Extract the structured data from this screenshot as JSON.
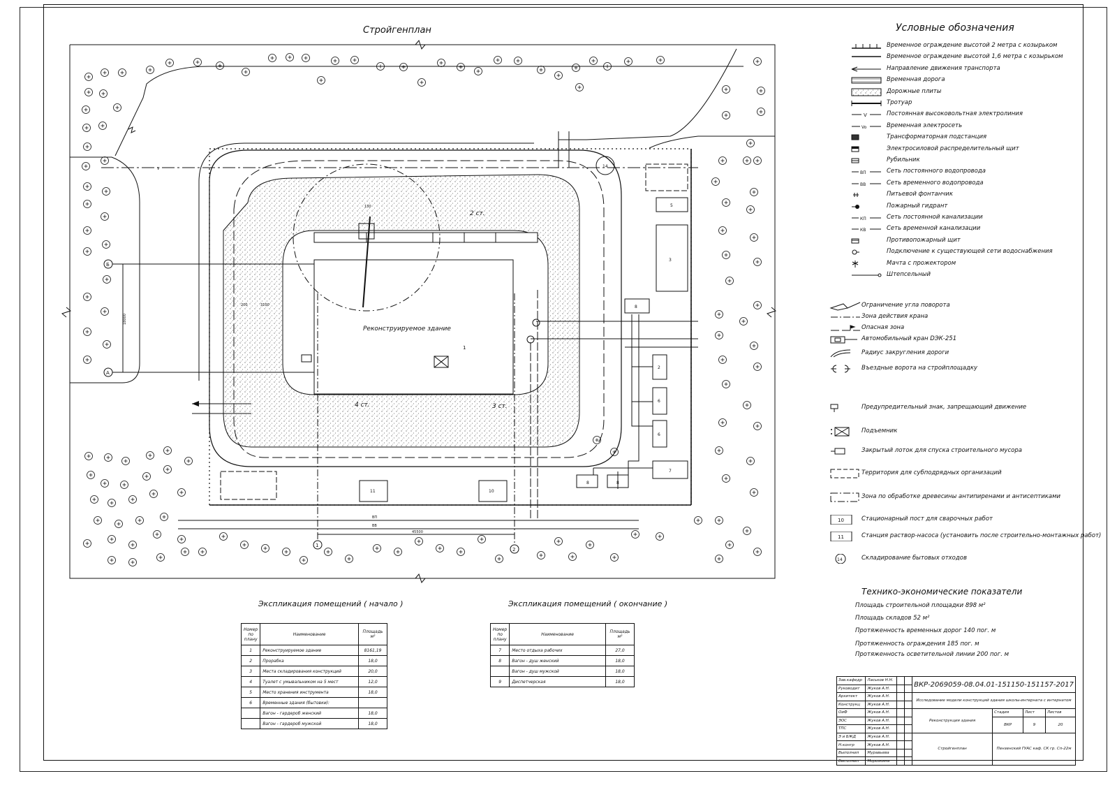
{
  "titles": {
    "site_plan": "Стройгенплан",
    "legend": "Условные обозначения",
    "tep": "Технико-экономические показатели",
    "expl_start": "Экспликация помещений ( начало )",
    "expl_end": "Экспликация помещений ( окончание )"
  },
  "plan_labels": {
    "building": "Реконструируемое здание",
    "building_num": "1",
    "floor2": "2 ст.",
    "floor3": "3 ст.",
    "floor4": "4 ст.",
    "axis_a": "А",
    "axis_b": "Б",
    "axis_1": "1",
    "axis_2": "2",
    "dim_45500": "45500",
    "dim_3100": "3100",
    "dim_18000": "18000",
    "dim_200": "200",
    "dim_130": "130",
    "dim_line_v": "V",
    "line_vp": "ВП",
    "line_vv": "ВВ",
    "circle_14": "14",
    "box_2": "2",
    "box_3": "3",
    "box_5": "5",
    "box_6a": "6",
    "box_6b": "6",
    "box_7": "7",
    "box_8a": "8",
    "box_8b": "8",
    "box_8c": "8",
    "box_10": "10",
    "box_11": "11"
  },
  "legend": [
    {
      "icon": "fence-2m-icon",
      "text": "Временное ограждение высотой 2 метра с козырьком"
    },
    {
      "icon": "fence-16m-icon",
      "text": "Временное ограждение высотой 1,6 метра с козырьком"
    },
    {
      "icon": "arrow-left-icon",
      "text": "Направление движения транспорта"
    },
    {
      "icon": "temp-road-icon",
      "text": "Временная дорога"
    },
    {
      "icon": "road-plates-icon",
      "text": "Дорожные плиты"
    },
    {
      "icon": "sidewalk-icon",
      "text": "Тротуар"
    },
    {
      "icon": "hv-line-icon",
      "text": "Постоянная высоковольтная электролиния"
    },
    {
      "icon": "temp-power-icon",
      "text": "Временная электросеть"
    },
    {
      "icon": "transformer-icon",
      "text": "Трансформаторная подстанция"
    },
    {
      "icon": "power-board-icon",
      "text": "Электросиловой распределительный щит"
    },
    {
      "icon": "switch-icon",
      "text": "Рубильник"
    },
    {
      "icon": "water-perm-icon",
      "text": "Сеть постоянного водопровода"
    },
    {
      "icon": "water-temp-icon",
      "text": "Сеть временного водопровода"
    },
    {
      "icon": "fountain-icon",
      "text": "Питьевой фонтанчик"
    },
    {
      "icon": "hydrant-icon",
      "text": "Пожарный гидрант"
    },
    {
      "icon": "sewer-perm-icon",
      "text": "Сеть постоянной канализации"
    },
    {
      "icon": "sewer-temp-icon",
      "text": "Сеть временной канализации"
    },
    {
      "icon": "fire-board-icon",
      "text": "Противопожарный щит"
    },
    {
      "icon": "water-connect-icon",
      "text": "Подключение к существующей сети водоснабжения"
    },
    {
      "icon": "floodlight-icon",
      "text": "Мачта с прожектором"
    },
    {
      "icon": "plug-icon",
      "text": "Штепсельный"
    }
  ],
  "legend2": [
    {
      "icon": "rotation-limit-icon",
      "text": "Ограничение угла поворота"
    },
    {
      "icon": "crane-zone-icon",
      "text": "Зона действия крана"
    },
    {
      "icon": "danger-zone-icon",
      "text": "Опасная зона"
    },
    {
      "icon": "crane-icon",
      "text": "Автомобильный кран DЭК-251"
    },
    {
      "icon": "road-radius-icon",
      "text": "Радиус закругления дороги"
    },
    {
      "icon": "gate-icon",
      "text": "Въездные ворота на стройплощадку"
    },
    {
      "icon": "warning-sign-icon",
      "text": "Предупредительный знак, запрещающий движение"
    },
    {
      "icon": "hoist-icon",
      "text": "Подъемник"
    },
    {
      "icon": "chute-icon",
      "text": "Закрытый лоток для спуска строительного мусора"
    },
    {
      "icon": "subcontractor-area-icon",
      "text": "Территория для субподрядных организаций"
    },
    {
      "icon": "wood-zone-icon",
      "text": "Зона по обработке древесины антипиренами и антисептиками"
    },
    {
      "icon": "box-10-icon",
      "text": "Стационарный пост для сварочных работ",
      "num": "10"
    },
    {
      "icon": "box-11-icon",
      "text": "Станция раствор-насоса (установить после строительно-монтажных работ)",
      "num": "11"
    },
    {
      "icon": "circle-14-icon",
      "text": "Складирование бытовых отходов",
      "num": "14"
    }
  ],
  "tep": [
    "Площадь строительной площадки 898 м²",
    "Площадь складов 52 м²",
    "Протяженность временных дорог 140 пог. м",
    "Протяженность ограждения 185 пог. м",
    "Протяженность осветительной линии 200 пог. м"
  ],
  "expl_start": {
    "headers": [
      "Номер по плану",
      "Наименование",
      "Площадь м²"
    ],
    "rows": [
      [
        "1",
        "Реконструируемое здание",
        "8161,19"
      ],
      [
        "2",
        "Прорабка",
        "18,0"
      ],
      [
        "3",
        "Места складирования конструкций",
        "20,0"
      ],
      [
        "4",
        "Туалет с умывальником на 5 мест",
        "12,0"
      ],
      [
        "5",
        "Место хранения инструмента",
        "18,0"
      ],
      [
        "6",
        "Временные здания (бытовки):",
        ""
      ],
      [
        "",
        "Вагон - гардероб женский",
        "18,0"
      ],
      [
        "",
        "Вагон - гардероб мужской",
        "18,0"
      ]
    ]
  },
  "expl_end": {
    "headers": [
      "Номер по плану",
      "Наименование",
      "Площадь м²"
    ],
    "rows": [
      [
        "7",
        "Место отдыха рабочих",
        "27,0"
      ],
      [
        "8",
        "Вагон - душ женский",
        "18,0"
      ],
      [
        "",
        "Вагон - душ мужской",
        "18,0"
      ],
      [
        "9",
        "Диспетчерская",
        "18,0"
      ]
    ]
  },
  "stamp": {
    "code": "ВКР-2069059-08.04.01-151150-151157-2017",
    "subtitle": "Исследование модели конструкций здания школы-интерната с интернатом",
    "object": "Реконструкция здания",
    "sheet_name": "Стройгенплан",
    "stage_label": "Стадия",
    "sheet_label": "Лист",
    "sheets_label": "Листов",
    "stage": "ВКР",
    "sheet": "9",
    "sheets": "20",
    "org": "Пензенский ГУАС каф. СК гр. Сп-22м",
    "people": [
      [
        "Зав.кафедр",
        "Ласьков Н.Н."
      ],
      [
        "Руководит",
        "Жуков А.Н."
      ],
      [
        "Архитект",
        "Жуков А.Н."
      ],
      [
        "Конструкц",
        "Жуков А.Н."
      ],
      [
        "ОиФ",
        "Жуков А.Н."
      ],
      [
        "ЭОС",
        "Жуков А.Н."
      ],
      [
        "ТПС",
        "Жуков А.Н."
      ],
      [
        "Э и БЖД",
        "Жуков А.Н."
      ],
      [
        "Н.контр",
        "Жуков А.Н."
      ],
      [
        "Выполнил",
        "Муравьева"
      ],
      [
        "Выполнил",
        "Морозкина"
      ]
    ]
  }
}
